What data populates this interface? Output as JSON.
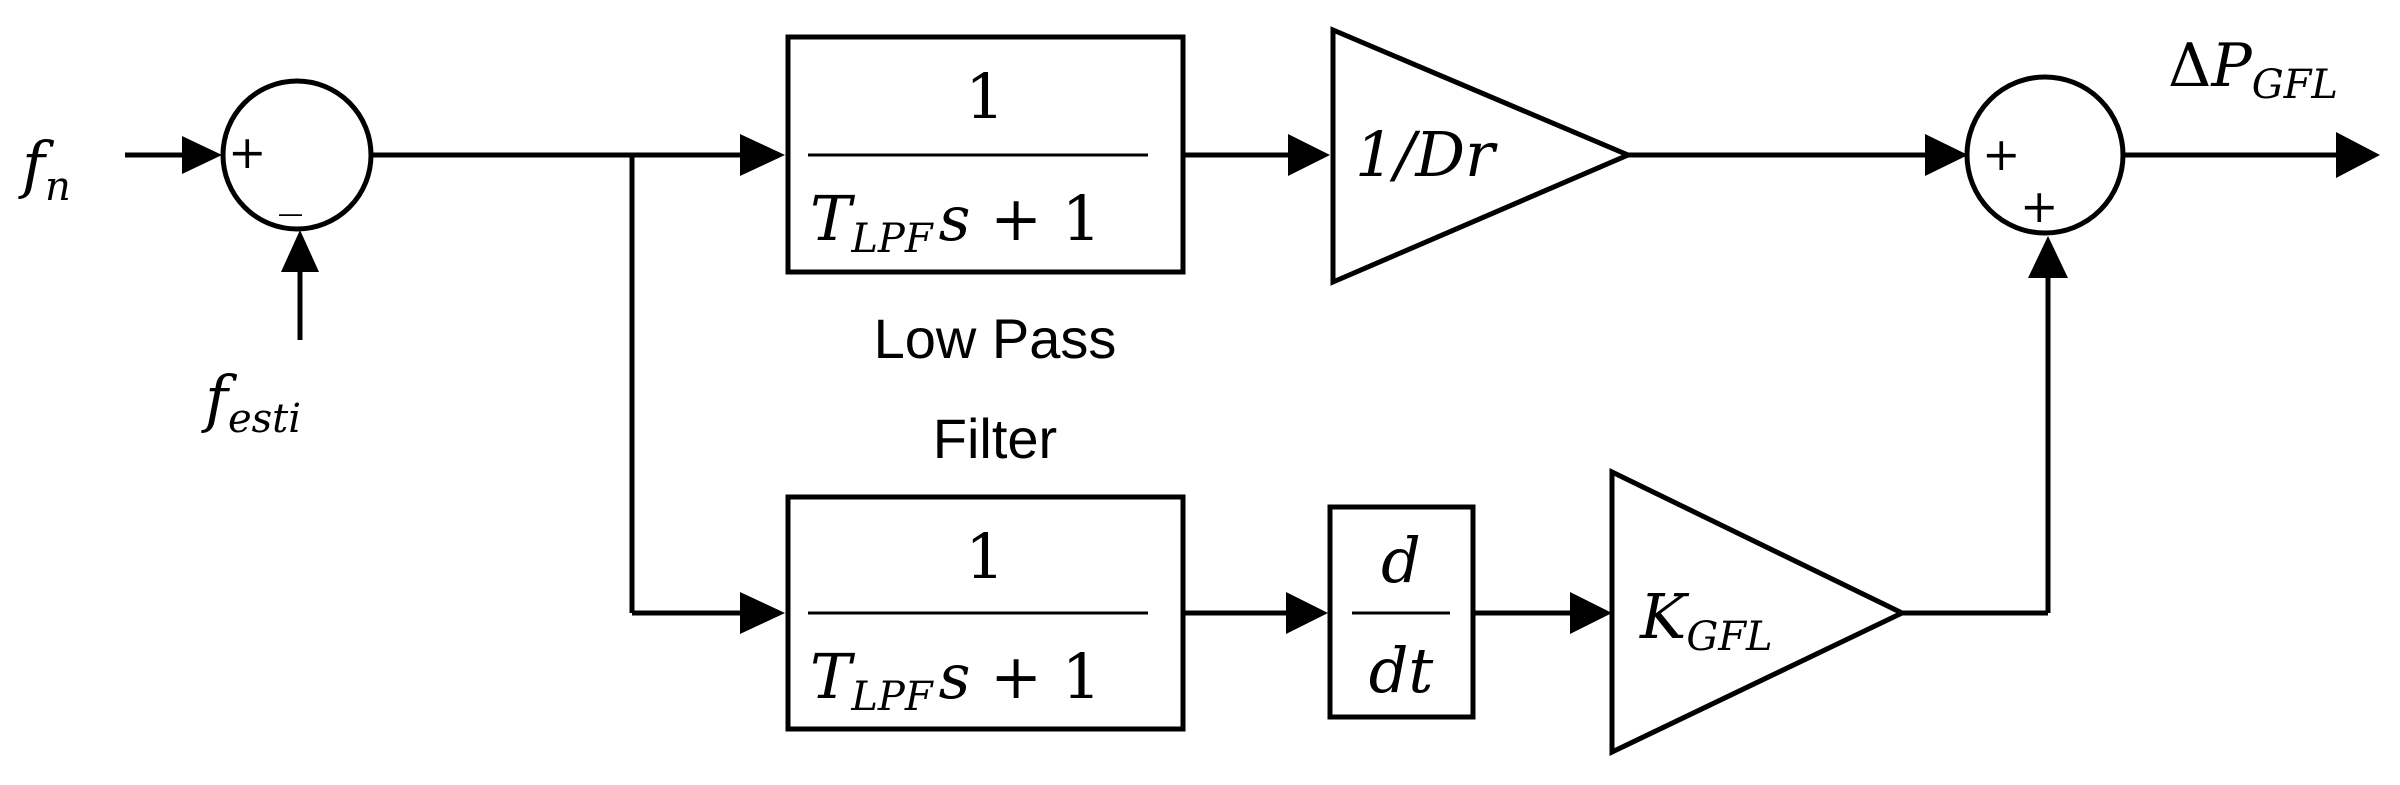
{
  "inputs": {
    "main": {
      "symbol": "f",
      "subscript": "n"
    },
    "feedback": {
      "symbol": "f",
      "subscript": "esti"
    }
  },
  "sum1": {
    "sign_left": "+",
    "sign_bottom": "_"
  },
  "top_filter": {
    "numerator": "1",
    "denominator": {
      "symbol": "T",
      "subscript": "LPF",
      "rest_var": "s",
      "rest": " + 1"
    }
  },
  "bottom_filter": {
    "numerator": "1",
    "denominator": {
      "symbol": "T",
      "subscript": "LPF",
      "rest_var": "s",
      "rest": " + 1"
    }
  },
  "filter_caption": {
    "line1": "Low Pass",
    "line2": "Filter"
  },
  "gain_top": {
    "label": "1/Dr"
  },
  "derivative": {
    "numerator": "d",
    "denominator": "dt"
  },
  "gain_bottom": {
    "symbol": "K",
    "subscript": "GFL"
  },
  "sum2": {
    "sign_left": "+",
    "sign_bottom": "+"
  },
  "output": {
    "delta": "Δ",
    "symbol": "P",
    "subscript": "GFL"
  }
}
